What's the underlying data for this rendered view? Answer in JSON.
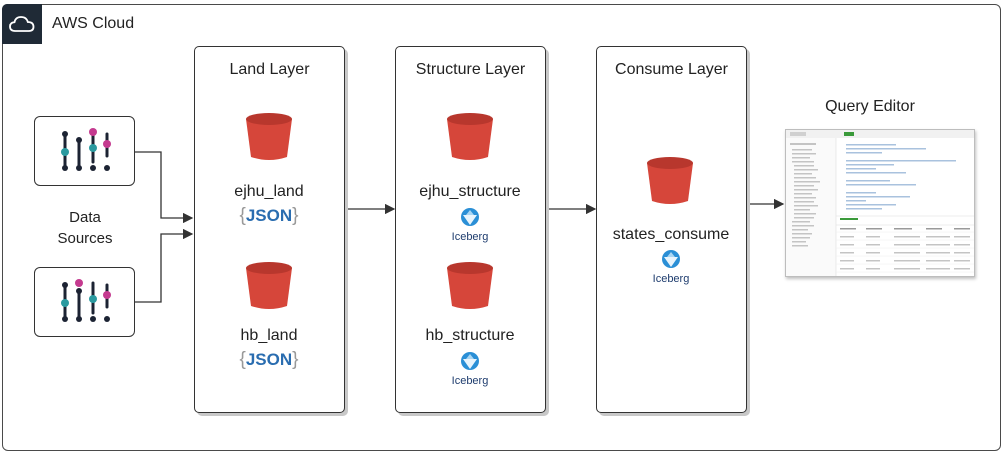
{
  "cloud": {
    "title": "AWS Cloud",
    "icon": "cloud-icon"
  },
  "sources": {
    "label_line1": "Data",
    "label_line2": "Sources",
    "icon": "data-source-icon"
  },
  "layers": [
    {
      "title": "Land Layer",
      "items": [
        {
          "name": "ejhu_land",
          "format": "JSON"
        },
        {
          "name": "hb_land",
          "format": "JSON"
        }
      ]
    },
    {
      "title": "Structure Layer",
      "items": [
        {
          "name": "ejhu_structure",
          "format": "Iceberg"
        },
        {
          "name": "hb_structure",
          "format": "Iceberg"
        }
      ]
    },
    {
      "title": "Consume Layer",
      "items": [
        {
          "name": "states_consume",
          "format": "Iceberg"
        }
      ]
    }
  ],
  "query_editor": {
    "title": "Query Editor"
  },
  "colors": {
    "bucket": "#d6463a",
    "bucket_dark": "#b8372d",
    "json_blue": "#2a6db0",
    "cloud_badge": "#1f2a36",
    "iceberg": "#2a8fd6"
  }
}
